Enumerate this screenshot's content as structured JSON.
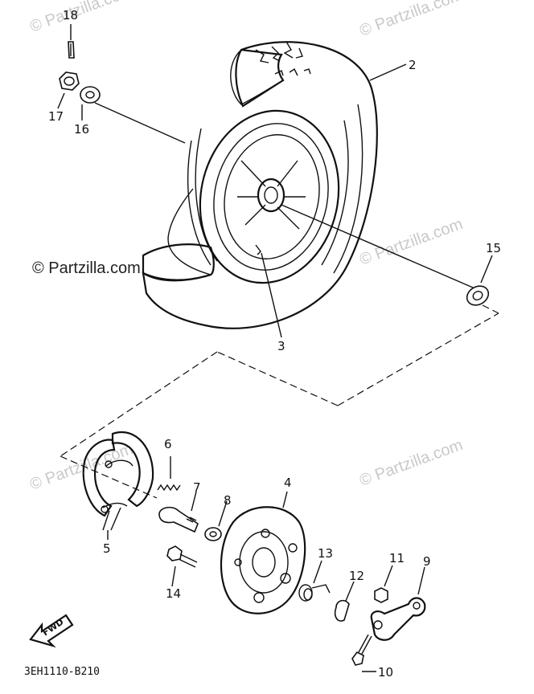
{
  "watermark": "© Partzilla.com",
  "diagram_code": "3EH1110-B210",
  "fwd_label": "FWD",
  "callouts": {
    "p2": "2",
    "p3": "3",
    "p4": "4",
    "p5": "5",
    "p6": "6",
    "p7": "7",
    "p8": "8",
    "p9": "9",
    "p10": "10",
    "p11": "11",
    "p12": "12",
    "p13": "13",
    "p14": "14",
    "p15": "15",
    "p16": "16",
    "p17": "17",
    "p18": "18"
  }
}
